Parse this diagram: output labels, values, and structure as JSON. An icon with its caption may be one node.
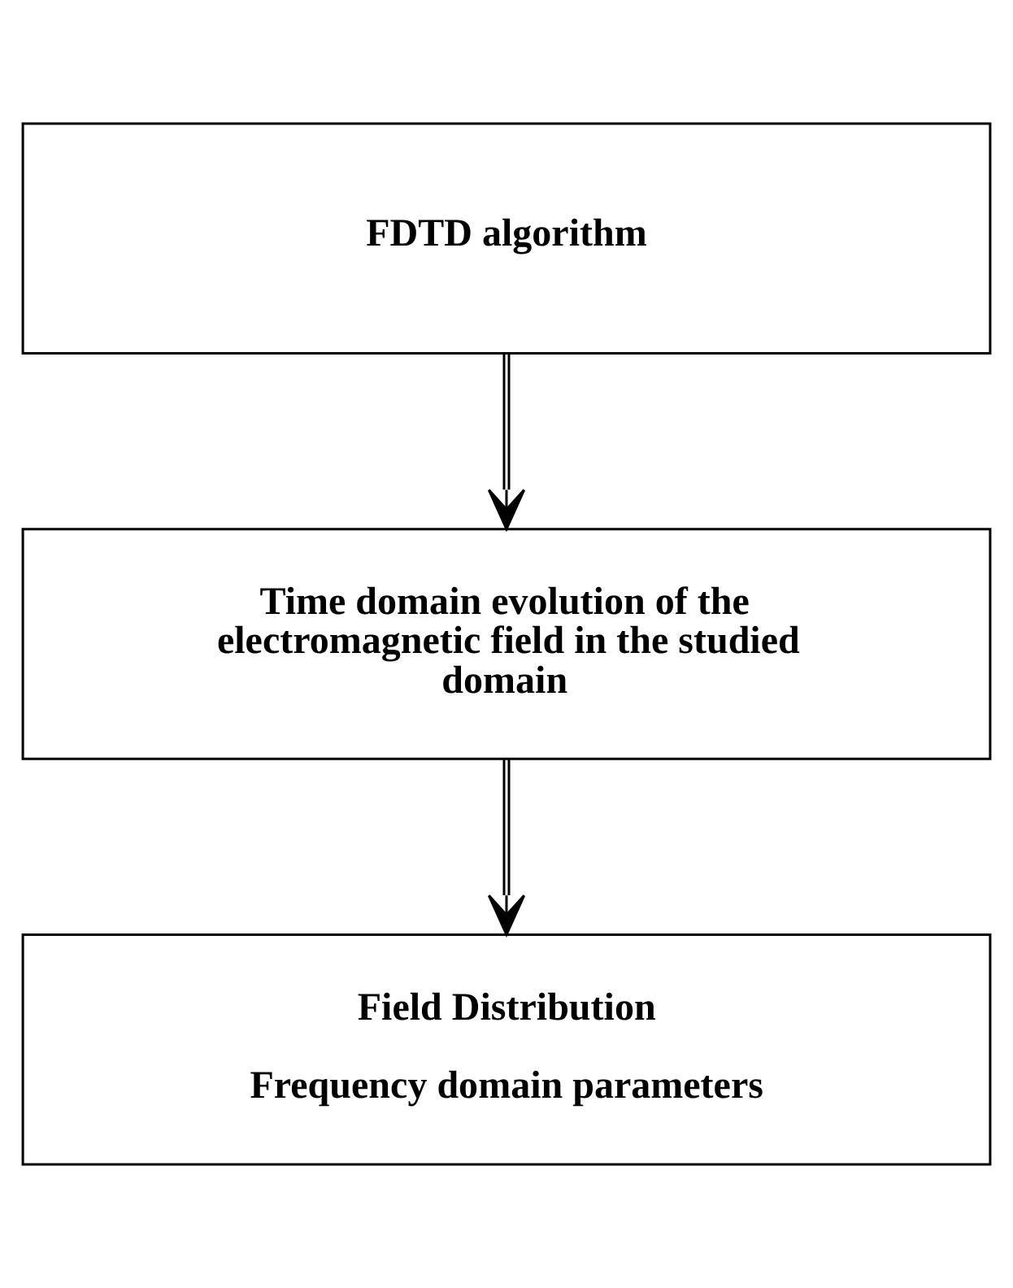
{
  "diagram": {
    "nodes": [
      {
        "text": [
          "FDTD algorithm"
        ]
      },
      {
        "text": [
          "Time domain evolution of the electromagnetic field in the studied domain"
        ]
      },
      {
        "text": [
          "Field Distribution",
          "Frequency domain parameters"
        ]
      }
    ],
    "edges": [
      {
        "from": 0,
        "to": 1,
        "arrow": "to"
      },
      {
        "from": 1,
        "to": 2,
        "arrow": "to"
      }
    ]
  }
}
